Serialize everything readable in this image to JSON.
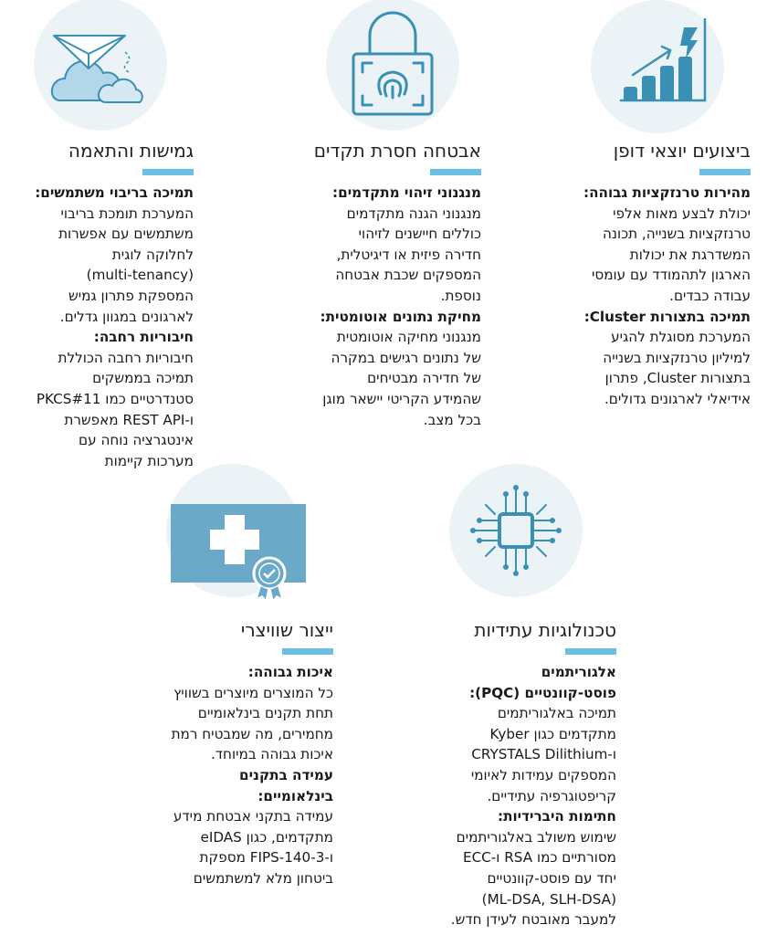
{
  "colors": {
    "accent_bar": "#6bbfe3",
    "icon": "#3a8fb5",
    "circle": "#ebf3f7"
  },
  "cards": [
    {
      "id": "performance",
      "icon": "growth-chart-icon",
      "title": "ביצועים יוצאי דופן",
      "sections": [
        {
          "heading": [
            "מהירות טרנזקציות גבוהה:"
          ],
          "body": [
            "יכולת לבצע מאות אלפי",
            "טרנזקציות בשנייה, תכונה",
            "המשדרגת את יכולות",
            "הארגון לתהמודד עם עומסי",
            "עבודה כבדים."
          ]
        },
        {
          "heading": [
            "תמיכה בתצורות Cluster:"
          ],
          "body": [
            "המערכת מסוגלת להגיע",
            "למיליון טרנזקציות בשנייה",
            "בתצורות Cluster, פתרון",
            "אידיאלי לארגונים גדולים."
          ]
        }
      ]
    },
    {
      "id": "security",
      "icon": "fingerprint-lock-icon",
      "title": "אבטחה חסרת תקדים",
      "sections": [
        {
          "heading": [
            "מנגנוני זיהוי מתקדמים:"
          ],
          "body": [
            "מנגנוני הגנה מתקדמים",
            "כוללים חיישנים לזיהוי",
            "חדירה פיזית או דיגיטלית,",
            "המספקים שכבת אבטחה",
            "נוספת."
          ]
        },
        {
          "heading": [
            "מחיקת נתונים אוטומטית:"
          ],
          "body": [
            "מנגנוני מחיקה אוטומטית",
            "של נתונים רגישים במקרה",
            "של חדירה מבטיחים",
            "שהמידע הקריטי יישאר מוגן",
            "בכל מצב."
          ]
        }
      ]
    },
    {
      "id": "flexibility",
      "icon": "paper-plane-clouds-icon",
      "title": "גמישות והתאמה",
      "sections": [
        {
          "heading": [
            "תמיכה בריבוי משתמשים:"
          ],
          "body": [
            "המערכת תומכת בריבוי",
            "משתמשים עם אפשרות",
            "לחלוקה לוגית",
            "(multi-tenancy)",
            "המספקת פתרון גמיש",
            "לארגונים במגוון גדלים."
          ]
        },
        {
          "heading": [
            "חיבוריות רחבה:"
          ],
          "body": [
            "חיבוריות רחבה הכוללת",
            "תמיכה בממשקים",
            "סטנדרטיים כמו PKCS#11",
            "ו-REST API מאפשרת",
            "אינטגרציה נוחה עם",
            "מערכות קיימות"
          ]
        }
      ]
    },
    {
      "id": "future-tech",
      "icon": "chip-circuit-icon",
      "title": "טכנולוגיות עתידיות",
      "sections": [
        {
          "heading": [
            "אלגוריתמים",
            "פוסט-קוונטיים (PQC):"
          ],
          "body": [
            "תמיכה באלגוריתמים",
            "מתקדמים כגון Kyber",
            "ו-CRYSTALS Dilithium",
            "המספקים עמידות לאיומי",
            "קריפטוגרפיה עתידיים."
          ]
        },
        {
          "heading": [
            "חתימות היברידיות:"
          ],
          "body": [
            "שימוש משולב באלגוריתמים",
            "מסורתיים כמו RSA ו-ECC",
            "יחד עם פוסט-קוונטיים",
            "(ML-DSA, SLH-DSA)",
            "למעבר מאובטח לעידן חדש."
          ]
        }
      ]
    },
    {
      "id": "swiss-made",
      "icon": "swiss-flag-badge-icon",
      "title": "ייצור שוויצרי",
      "sections": [
        {
          "heading": [
            "איכות גבוהה:"
          ],
          "body": [
            "כל המוצרים מיוצרים בשוויץ",
            "תחת תקנים בינלאומיים",
            "מחמירים, מה שמבטיח רמת",
            "איכות גבוהה במיוחד."
          ]
        },
        {
          "heading": [
            "עמידה בתקנים",
            "בינלאומיים:"
          ],
          "body": [
            "עמידה בתקני אבטחת מידע",
            "מתקדמים, כגון eIDAS",
            "ו-FIPS-140-3 מספקת",
            "ביטחון מלא למשתמשים"
          ]
        }
      ]
    }
  ]
}
